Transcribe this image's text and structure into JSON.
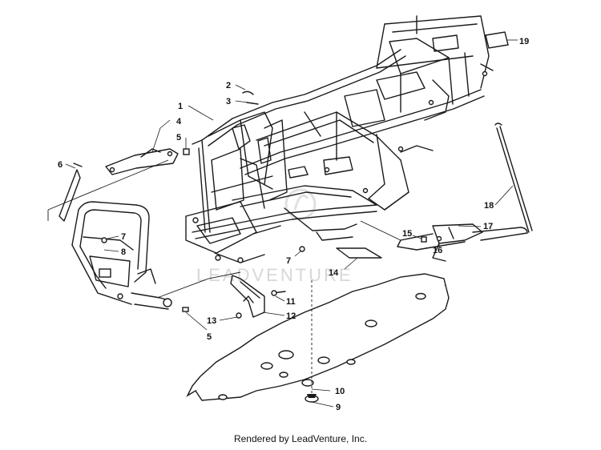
{
  "watermark": "LEADVENTURE",
  "footer": "Rendered by LeadVenture, Inc.",
  "callouts": [
    "1",
    "2",
    "3",
    "4",
    "5",
    "5",
    "6",
    "7",
    "7",
    "8",
    "9",
    "10",
    "11",
    "12",
    "13",
    "14",
    "15",
    "16",
    "17",
    "18",
    "19"
  ]
}
